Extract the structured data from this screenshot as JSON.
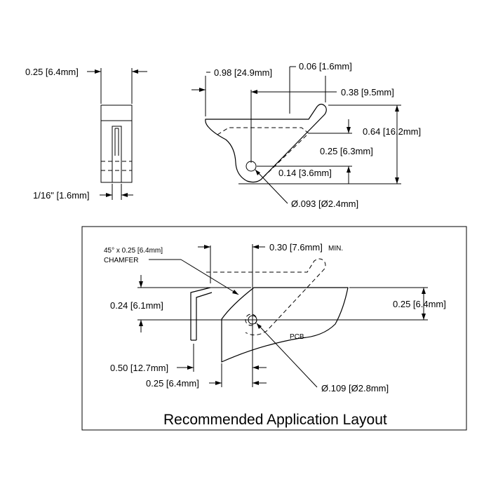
{
  "top_left_view": {
    "width_dim": "0.25 [6.4mm]",
    "thickness_dim": "1/16\" [1.6mm]"
  },
  "top_right_view": {
    "length_dim": "0.98 [24.9mm]",
    "tip_dim": "0.06 [1.6mm]",
    "offset_dim": "0.38 [9.5mm]",
    "height_dim": "0.64 [16.2mm]",
    "mid_dim": "0.25 [6.3mm]",
    "hole_height_dim": "0.14 [3.6mm]",
    "hole_dia_dim": "Ø.093 [Ø2.4mm]"
  },
  "application_layout": {
    "title": "Recommended Application Layout",
    "chamfer_line1": "45° x 0.25 [6.4mm]",
    "chamfer_line2": "CHAMFER",
    "min_dim": "0.30 [7.6mm]",
    "min_suffix": "MIN.",
    "height_dim_left": "0.24 [6.1mm]",
    "height_dim_right": "0.25 [6.4mm]",
    "pcb_label": "PCB",
    "bottom_dim_1": "0.50 [12.7mm]",
    "bottom_dim_2": "0.25 [6.4mm]",
    "hole_dia_dim": "Ø.109 [Ø2.8mm]"
  }
}
